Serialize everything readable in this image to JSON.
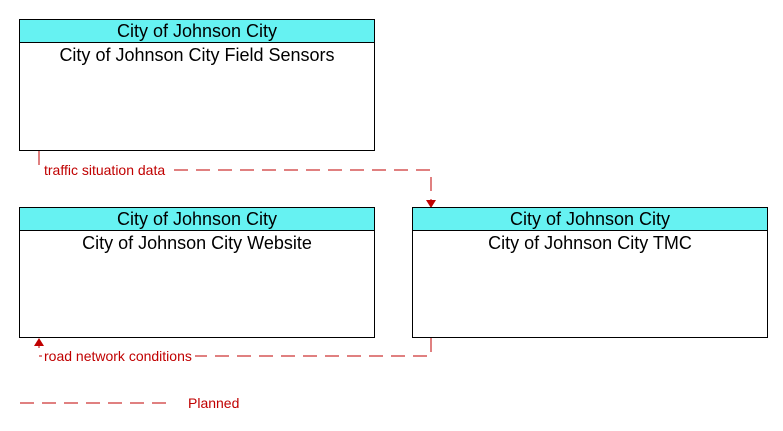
{
  "nodes": [
    {
      "id": "field-sensors",
      "owner": "City of Johnson City",
      "name": "City of Johnson City Field Sensors"
    },
    {
      "id": "website",
      "owner": "City of Johnson City",
      "name": "City of Johnson City Website"
    },
    {
      "id": "tmc",
      "owner": "City of Johnson City",
      "name": "City of Johnson City TMC"
    }
  ],
  "flows": [
    {
      "label": "traffic situation data",
      "from": "field-sensors",
      "to": "tmc",
      "status": "Planned"
    },
    {
      "label": "road network conditions",
      "from": "tmc",
      "to": "website",
      "status": "Planned"
    }
  ],
  "legend": {
    "planned_label": "Planned"
  },
  "colors": {
    "header_fill": "#66f2f2",
    "planned_line": "#c00000"
  }
}
